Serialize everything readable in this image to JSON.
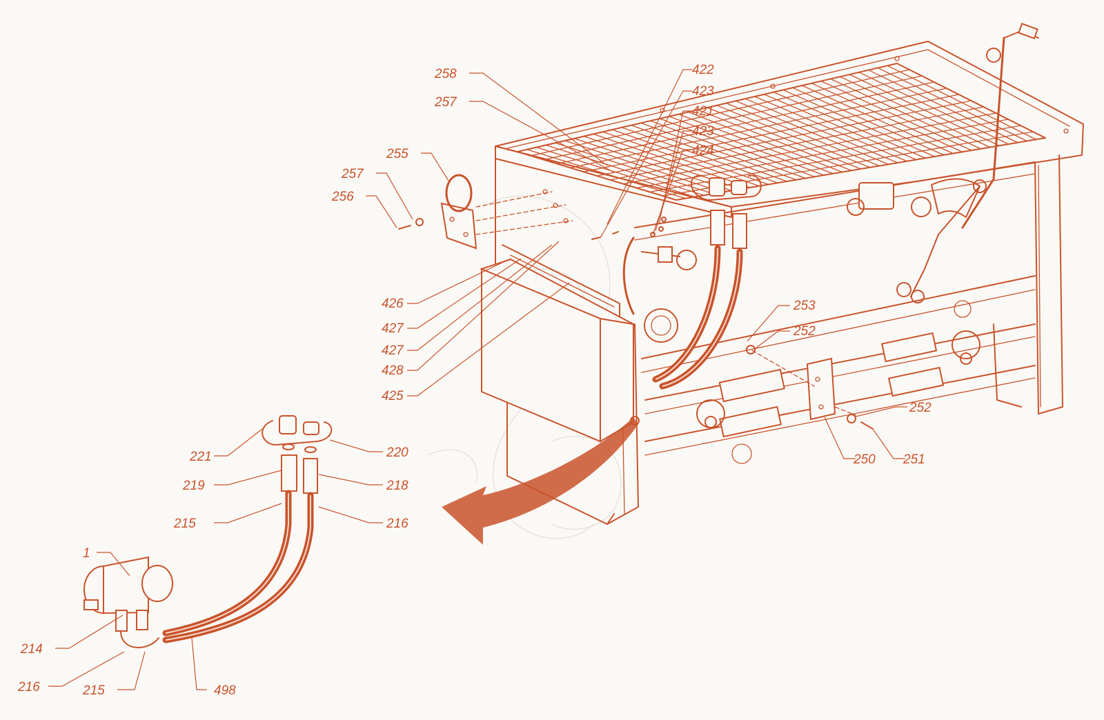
{
  "diagram": {
    "ink_color": "#c9532b",
    "background_color": "#fbf9f6",
    "callouts": [
      {
        "id": "c258",
        "text": "258"
      },
      {
        "id": "c257a",
        "text": "257"
      },
      {
        "id": "c422",
        "text": "422"
      },
      {
        "id": "c423a",
        "text": "423"
      },
      {
        "id": "c421",
        "text": "421"
      },
      {
        "id": "c423b",
        "text": "423"
      },
      {
        "id": "c424",
        "text": "424"
      },
      {
        "id": "c255",
        "text": "255"
      },
      {
        "id": "c257b",
        "text": "257"
      },
      {
        "id": "c256",
        "text": "256"
      },
      {
        "id": "c426",
        "text": "426"
      },
      {
        "id": "c427a",
        "text": "427"
      },
      {
        "id": "c427b",
        "text": "427"
      },
      {
        "id": "c428",
        "text": "428"
      },
      {
        "id": "c425",
        "text": "425"
      },
      {
        "id": "c253",
        "text": "253"
      },
      {
        "id": "c252a",
        "text": "252"
      },
      {
        "id": "c252b",
        "text": "252"
      },
      {
        "id": "c250",
        "text": "250"
      },
      {
        "id": "c251",
        "text": "251"
      },
      {
        "id": "c221",
        "text": "221"
      },
      {
        "id": "c220",
        "text": "220"
      },
      {
        "id": "c219",
        "text": "219"
      },
      {
        "id": "c218",
        "text": "218"
      },
      {
        "id": "c215a",
        "text": "215"
      },
      {
        "id": "c216a",
        "text": "216"
      },
      {
        "id": "c1",
        "text": "1"
      },
      {
        "id": "c214",
        "text": "214"
      },
      {
        "id": "c216b",
        "text": "216"
      },
      {
        "id": "c215b",
        "text": "215"
      },
      {
        "id": "c498",
        "text": "498"
      }
    ]
  }
}
